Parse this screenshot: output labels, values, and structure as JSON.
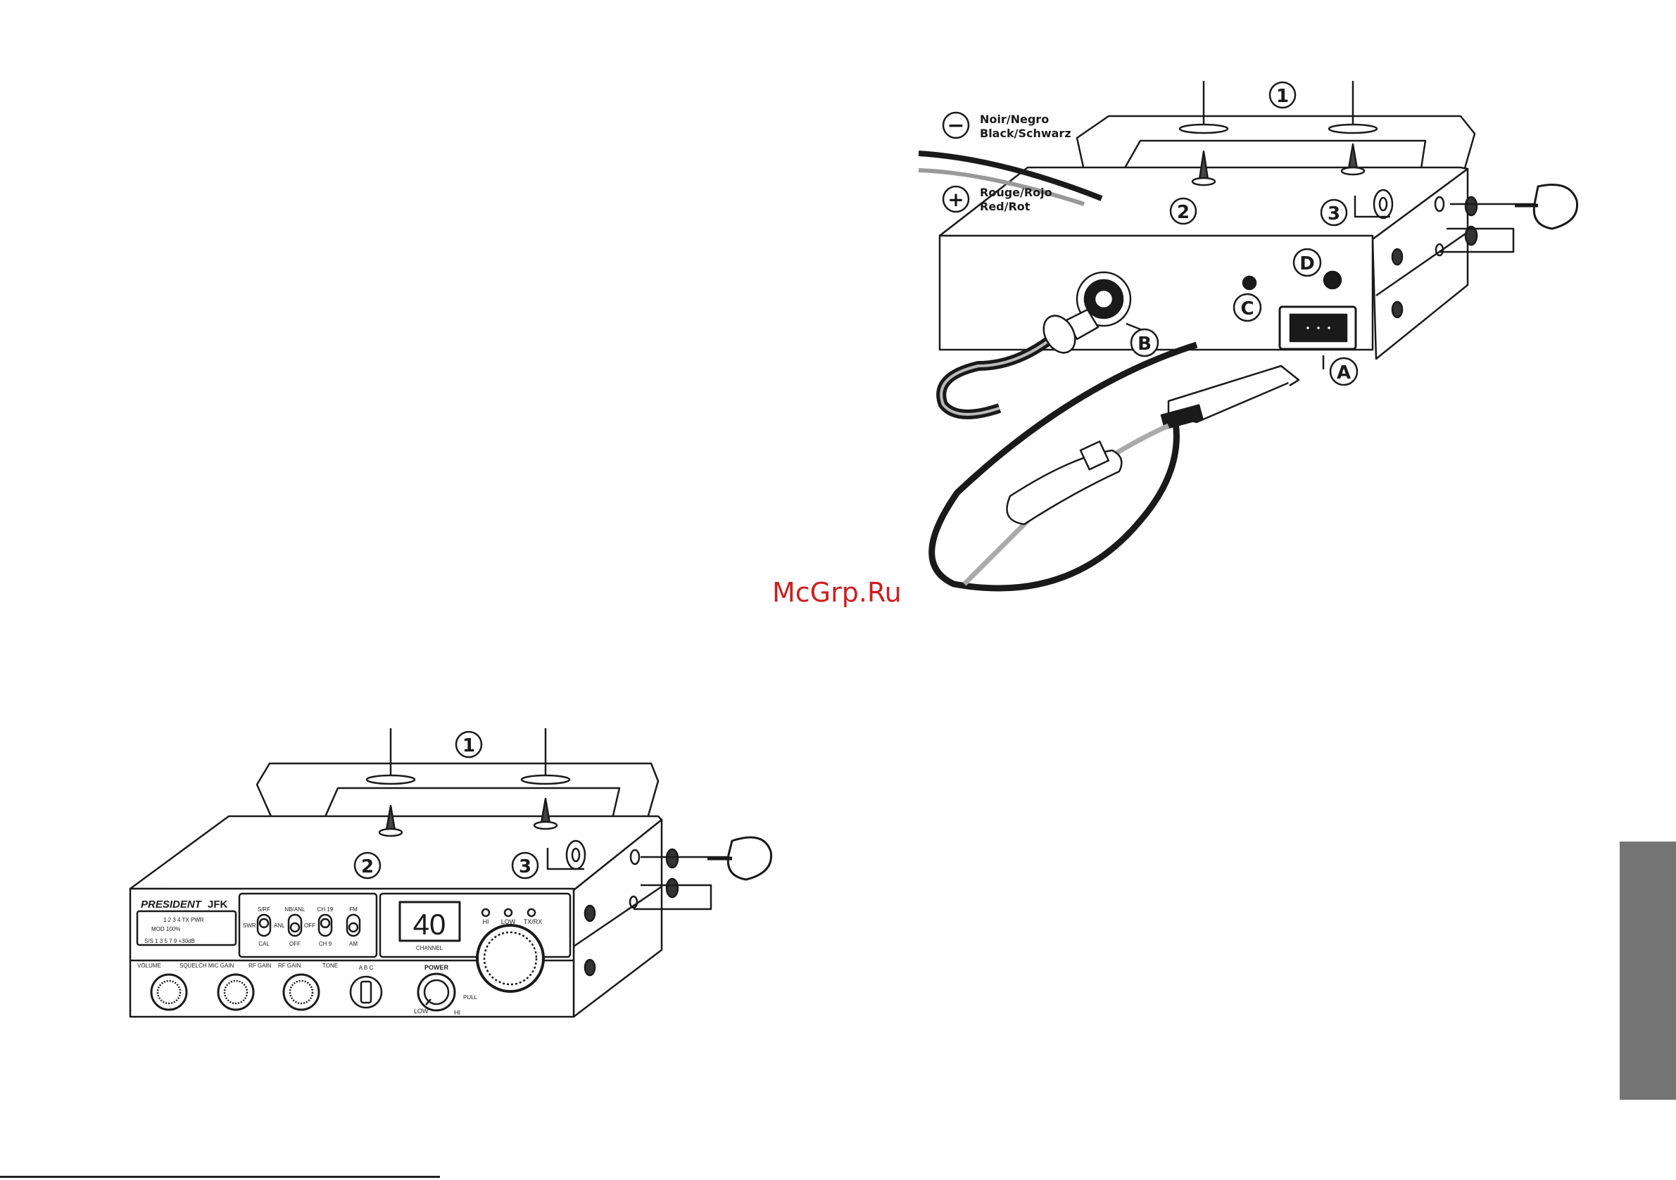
{
  "labels": {
    "bracket": "1",
    "stud": "2",
    "knob": "3",
    "connector_a": "A",
    "connector_b": "B",
    "connector_c": "C",
    "connector_d": "D",
    "minus_sign": "−",
    "plus_sign": "+",
    "wire_black_line1": "Noir/Negro",
    "wire_black_line2": "Black/Schwarz",
    "wire_red_line1": "Rouge/Rojo",
    "wire_red_line2": "Red/Rot"
  },
  "front_panel": {
    "brand": "PRESIDENT",
    "model": "JFK",
    "meter_top": "1   2  3 4  TX  PWR",
    "meter_mid": "MOD           100%",
    "meter_bottom": "S/S  1    3    5  7 9  +30dB",
    "sw_srf": "S/RF",
    "sw_swr": "SWR",
    "sw_cal": "CAL",
    "sw_nbanl": "NB/ANL",
    "sw_anl": "ANL",
    "sw_off": "OFF",
    "sw_ch19": "CH 19",
    "sw_off2": "OFF",
    "sw_ch9": "CH 9",
    "sw_fm": "FM",
    "sw_am": "AM",
    "display_value": "40",
    "display_caption": "CHANNEL",
    "led_hi": "HI",
    "led_low": "LOW",
    "led_txrx": "TX/RX",
    "knob_row1": "VOLUME",
    "knob_row2": "SQUELCH  MIC GAIN",
    "knob_row3": "RF GAIN",
    "knob_row4": "RF GAIN",
    "knob_row5": "TONE",
    "abc": "A    B    C",
    "power": "POWER",
    "low": "LOW",
    "hi": "HI",
    "pull": "PULL"
  },
  "watermark": "McGrp.Ru"
}
